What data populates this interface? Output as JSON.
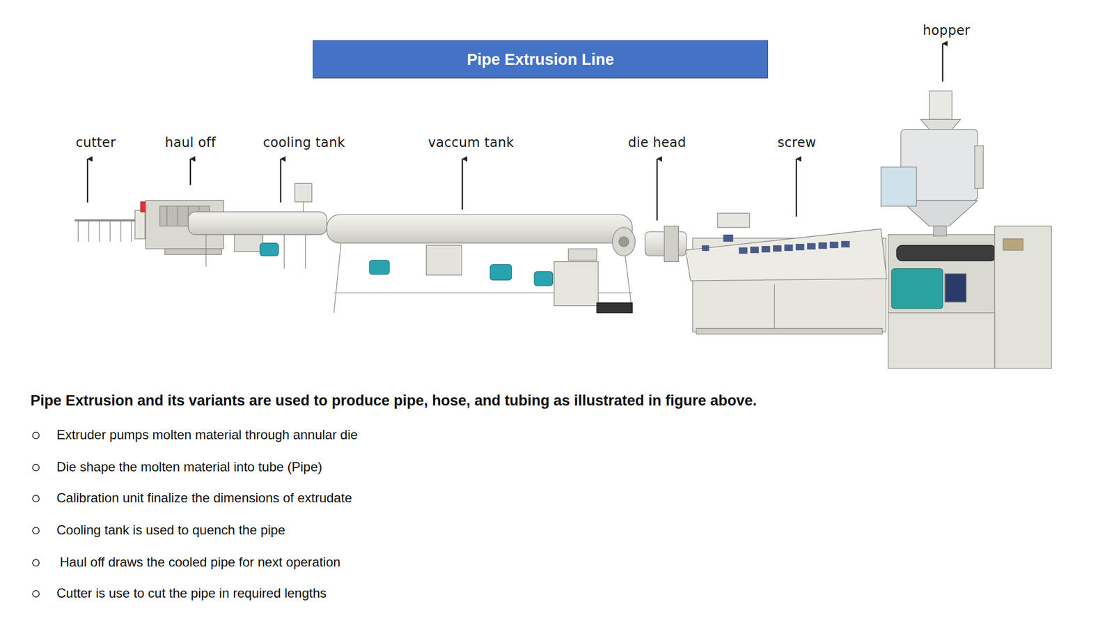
{
  "diagram": {
    "caption": "Pipe Extrusion and its variants are used to produce pipe, hose, and tubing as illustrated in figure above.",
    "nodes": [
      {
        "text": [
          "Pipe Extrusion Line"
        ]
      }
    ],
    "labels": [
      "hopper",
      "cutter",
      "haul off",
      "cooling tank",
      "vaccum tank",
      "die head",
      "screw",
      "Extruder pumps molten material through annular die",
      "Die shape the molten material into tube (Pipe)",
      "Calibration unit finalize the dimensions of extrudate",
      "Cooling tank is used to quench the pipe",
      "Haul off draws the cooled pipe for next operation",
      "Cutter is use to cut the pipe in required lengths"
    ]
  }
}
